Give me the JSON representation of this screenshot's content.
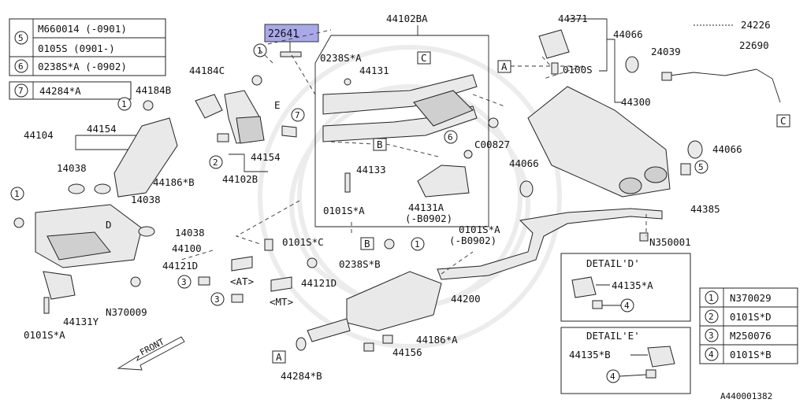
{
  "legend_top": {
    "r5_num": "5",
    "r5a": "M660014 (-0901)",
    "r5b": "0105S (0901-)",
    "r6_num": "6",
    "r6": "0238S*A (-0902)",
    "r7_num": "7",
    "r7": "44284*A"
  },
  "legend_right": {
    "n1": "1",
    "v1": "N370029",
    "n2": "2",
    "v2": "0101S*D",
    "n3": "3",
    "v3": "M250076",
    "n4": "4",
    "v4": "0101S*B"
  },
  "detail_d": {
    "title": "DETAIL'D'",
    "part": "44135*A",
    "ref": "4"
  },
  "detail_e": {
    "title": "DETAIL'E'",
    "part": "44135*B",
    "ref": "4"
  },
  "highlight": "22641",
  "labels": {
    "p44102BA": "44102BA",
    "p44371": "44371",
    "p24226": "24226",
    "p22690": "22690",
    "p44066a": "44066",
    "p24039": "24039",
    "p0100S": "0100S",
    "p44300": "44300",
    "p44184C": "44184C",
    "p44184B": "44184B",
    "p0238SA": "0238S*A",
    "p44131": "44131",
    "p44104": "44104",
    "p44154a": "44154",
    "p44154b": "44154",
    "p44102B": "44102B",
    "p44186B": "44186*B",
    "p14038a": "14038",
    "p14038b": "14038",
    "p14038c": "14038",
    "p44100": "44100",
    "pC00827": "C00827",
    "p44066b": "44066",
    "p44066c": "44066",
    "p44133": "44133",
    "p0101SA_a": "0101S*A",
    "p44131A": "44131A",
    "p_B0902a": "(-B0902)",
    "p0101SA_b": "0101S*A",
    "p_B0902b": "(-B0902)",
    "p44385": "44385",
    "pN350001": "N350001",
    "p0101SC": "0101S*C",
    "p0238SB": "0238S*B",
    "p44121Da": "44121D",
    "p44121Db": "44121D",
    "pAT": "<AT>",
    "pMT": "<MT>",
    "pN370009": "N370009",
    "p0101SA_c": "0101S*A",
    "p44131Y": "44131Y",
    "p44200": "44200",
    "p44186A": "44186*A",
    "p44156": "44156",
    "p44284B": "44284*B",
    "front": "FRONT",
    "D": "D",
    "E": "E",
    "boxA1": "A",
    "boxA2": "A",
    "boxB1": "B",
    "boxB2": "B",
    "boxC1": "C",
    "boxC2": "C",
    "c1a": "1",
    "c1b": "1",
    "c1c": "1",
    "c1d": "1",
    "c2": "2",
    "c3a": "3",
    "c3b": "3",
    "c5": "5",
    "c6": "6",
    "c7": "7"
  },
  "ref_code": "A440001382"
}
